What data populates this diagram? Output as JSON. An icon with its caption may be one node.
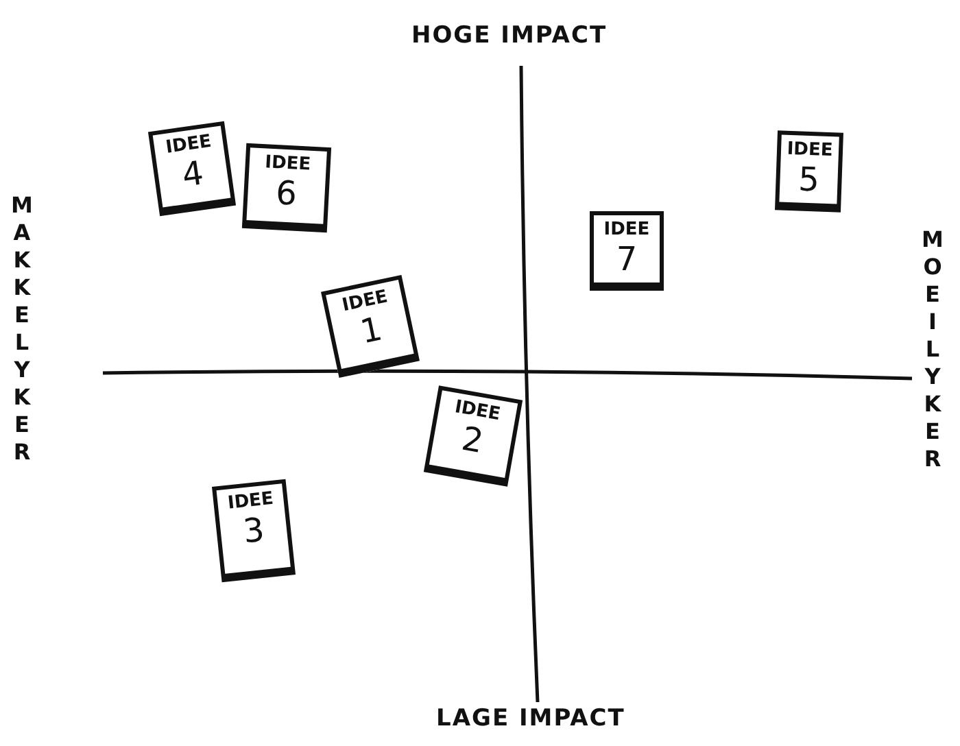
{
  "diagram": {
    "nodes": [
      {
        "text": [
          "IDEE",
          "4"
        ]
      },
      {
        "text": [
          "IDEE",
          "6"
        ]
      },
      {
        "text": [
          "IDEE",
          "5"
        ]
      },
      {
        "text": [
          "IDEE",
          "7"
        ]
      },
      {
        "text": [
          "IDEE",
          "1"
        ]
      },
      {
        "text": [
          "IDEE",
          "2"
        ]
      },
      {
        "text": [
          "IDEE",
          "3"
        ]
      }
    ],
    "edges": [],
    "labels": [
      "HOGE IMPACT",
      "MAKKELYKER",
      "MOEILYKER",
      "LAGE IMPACT"
    ]
  }
}
